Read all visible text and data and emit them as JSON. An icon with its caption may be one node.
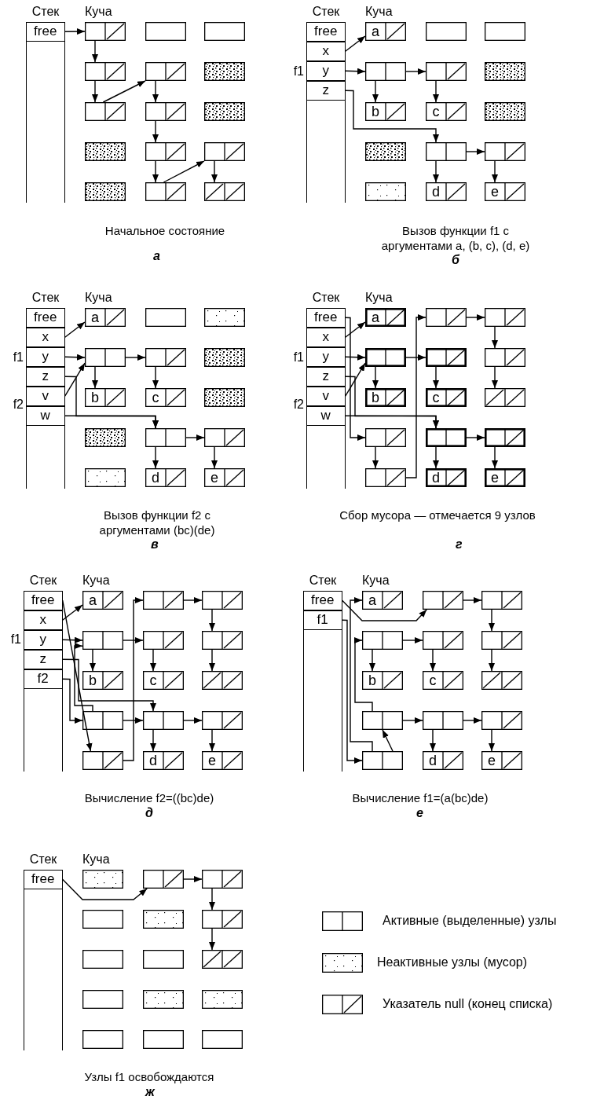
{
  "diagram": {
    "nodes": [
      {
        "text": [],
        "shape": "box"
      },
      {
        "text": [
          "free"
        ],
        "in": 0
      },
      {
        "text": [],
        "shape": "box"
      },
      {
        "text": [],
        "shape": "box"
      },
      {
        "text": [],
        "shape": "box"
      },
      {
        "text": [],
        "shape": "box"
      },
      {
        "text": [],
        "shape": "box"
      },
      {
        "text": [],
        "shape": "box"
      },
      {
        "text": [],
        "shape": "box"
      },
      {
        "text": [],
        "shape": "box"
      },
      {
        "text": [],
        "shape": "box"
      },
      {
        "text": [],
        "shape": "box"
      },
      {
        "text": [],
        "shape": "box"
      },
      {
        "text": [],
        "shape": "box"
      },
      {
        "text": [],
        "shape": "box"
      },
      {
        "text": [],
        "shape": "box"
      },
      {
        "text": [],
        "shape": "box"
      },
      {
        "text": [],
        "shape": "box"
      },
      {
        "text": [
          "free"
        ],
        "in": 17
      },
      {
        "text": [
          "x"
        ],
        "in": 17
      },
      {
        "text": [
          "y"
        ],
        "in": 17
      },
      {
        "text": [
          "z"
        ],
        "in": 17
      },
      {
        "text": [
          "a"
        ]
      },
      {
        "text": [],
        "shape": "box"
      },
      {
        "text": [],
        "shape": "box"
      },
      {
        "text": [],
        "shape": "box"
      },
      {
        "text": [],
        "shape": "box"
      },
      {
        "text": [],
        "shape": "box"
      },
      {
        "text": [
          "b"
        ]
      },
      {
        "text": [
          "c"
        ]
      },
      {
        "text": [],
        "shape": "box"
      },
      {
        "text": [],
        "shape": "box"
      },
      {
        "text": [],
        "shape": "box"
      },
      {
        "text": [],
        "shape": "box"
      },
      {
        "text": [],
        "shape": "box"
      },
      {
        "text": [
          "d"
        ]
      },
      {
        "text": [
          "e"
        ]
      },
      {
        "text": [],
        "shape": "box"
      },
      {
        "text": [
          "free"
        ],
        "in": 37
      },
      {
        "text": [
          "x"
        ],
        "in": 37
      },
      {
        "text": [
          "y"
        ],
        "in": 37
      },
      {
        "text": [
          "z"
        ],
        "in": 37
      },
      {
        "text": [
          "v"
        ],
        "in": 37
      },
      {
        "text": [
          "w"
        ],
        "in": 37
      },
      {
        "text": [
          "a"
        ]
      },
      {
        "text": [],
        "shape": "box"
      },
      {
        "text": [],
        "shape": "box"
      },
      {
        "text": [],
        "shape": "box"
      },
      {
        "text": [],
        "shape": "box"
      },
      {
        "text": [],
        "shape": "box"
      },
      {
        "text": [
          "b"
        ]
      },
      {
        "text": [
          "c"
        ]
      },
      {
        "text": [],
        "shape": "box"
      },
      {
        "text": [],
        "shape": "box"
      },
      {
        "text": [],
        "shape": "box"
      },
      {
        "text": [],
        "shape": "box"
      },
      {
        "text": [],
        "shape": "box"
      },
      {
        "text": [
          "d"
        ]
      },
      {
        "text": [
          "e"
        ]
      },
      {
        "text": [],
        "shape": "box"
      },
      {
        "text": [
          "free"
        ],
        "in": 59
      },
      {
        "text": [
          "x"
        ],
        "in": 59
      },
      {
        "text": [
          "y"
        ],
        "in": 59
      },
      {
        "text": [
          "z"
        ],
        "in": 59
      },
      {
        "text": [
          "v"
        ],
        "in": 59
      },
      {
        "text": [
          "w"
        ],
        "in": 59
      },
      {
        "text": [
          "a"
        ]
      },
      {
        "text": [],
        "shape": "box"
      },
      {
        "text": [],
        "shape": "box"
      },
      {
        "text": [],
        "shape": "box"
      },
      {
        "text": [],
        "shape": "box"
      },
      {
        "text": [],
        "shape": "box"
      },
      {
        "text": [
          "b"
        ]
      },
      {
        "text": [
          "c"
        ]
      },
      {
        "text": [],
        "shape": "box"
      },
      {
        "text": [],
        "shape": "box"
      },
      {
        "text": [],
        "shape": "box"
      },
      {
        "text": [],
        "shape": "box"
      },
      {
        "text": [],
        "shape": "box"
      },
      {
        "text": [
          "d"
        ]
      },
      {
        "text": [
          "e"
        ]
      },
      {
        "text": [],
        "shape": "box"
      },
      {
        "text": [
          "free"
        ],
        "in": 81
      },
      {
        "text": [
          "x"
        ],
        "in": 81
      },
      {
        "text": [
          "y"
        ],
        "in": 81
      },
      {
        "text": [
          "z"
        ],
        "in": 81
      },
      {
        "text": [
          "f2"
        ],
        "in": 81
      },
      {
        "text": [
          "a"
        ]
      },
      {
        "text": [],
        "shape": "box"
      },
      {
        "text": [],
        "shape": "box"
      },
      {
        "text": [],
        "shape": "box"
      },
      {
        "text": [],
        "shape": "box"
      },
      {
        "text": [],
        "shape": "box"
      },
      {
        "text": [
          "b"
        ]
      },
      {
        "text": [
          "c"
        ]
      },
      {
        "text": [],
        "shape": "box"
      },
      {
        "text": [],
        "shape": "box"
      },
      {
        "text": [],
        "shape": "box"
      },
      {
        "text": [],
        "shape": "box"
      },
      {
        "text": [],
        "shape": "box"
      },
      {
        "text": [
          "d"
        ]
      },
      {
        "text": [
          "e"
        ]
      },
      {
        "text": [],
        "shape": "box"
      },
      {
        "text": [
          "free"
        ],
        "in": 102
      },
      {
        "text": [
          "f1"
        ],
        "in": 102
      },
      {
        "text": [
          "a"
        ]
      },
      {
        "text": [],
        "shape": "box"
      },
      {
        "text": [],
        "shape": "box"
      },
      {
        "text": [],
        "shape": "box"
      },
      {
        "text": [],
        "shape": "box"
      },
      {
        "text": [],
        "shape": "box"
      },
      {
        "text": [
          "b"
        ]
      },
      {
        "text": [
          "c"
        ]
      },
      {
        "text": [],
        "shape": "box"
      },
      {
        "text": [],
        "shape": "box"
      },
      {
        "text": [],
        "shape": "box"
      },
      {
        "text": [],
        "shape": "box"
      },
      {
        "text": [],
        "shape": "box"
      },
      {
        "text": [
          "d"
        ]
      },
      {
        "text": [
          "e"
        ]
      },
      {
        "text": [],
        "shape": "box"
      },
      {
        "text": [
          "free"
        ],
        "in": 120
      },
      {
        "text": [],
        "shape": "box"
      },
      {
        "text": [],
        "shape": "box"
      },
      {
        "text": [],
        "shape": "box"
      },
      {
        "text": [],
        "shape": "box"
      },
      {
        "text": [],
        "shape": "box"
      },
      {
        "text": [],
        "shape": "box"
      },
      {
        "text": [],
        "shape": "box"
      },
      {
        "text": [],
        "shape": "box"
      },
      {
        "text": [],
        "shape": "box"
      },
      {
        "text": [],
        "shape": "box"
      },
      {
        "text": [],
        "shape": "box"
      },
      {
        "text": [],
        "shape": "box"
      },
      {
        "text": [],
        "shape": "box"
      },
      {
        "text": [],
        "shape": "box"
      },
      {
        "text": [],
        "shape": "box"
      }
    ],
    "edges": [
      {
        "from": 1,
        "to": 2,
        "arrow": "to"
      },
      {
        "from": 2,
        "to": 5,
        "arrow": "to"
      },
      {
        "from": 5,
        "to": 8,
        "arrow": "to"
      },
      {
        "from": 8,
        "to": 6,
        "arrow": "to"
      },
      {
        "from": 6,
        "to": 9,
        "arrow": "to"
      },
      {
        "from": 9,
        "to": 12,
        "arrow": "to"
      },
      {
        "from": 12,
        "to": 15,
        "arrow": "to"
      },
      {
        "from": 15,
        "to": 13,
        "arrow": "to"
      },
      {
        "from": 13,
        "to": 16,
        "arrow": "to"
      },
      {
        "from": 19,
        "to": 22,
        "arrow": "to"
      },
      {
        "from": 20,
        "to": 25,
        "arrow": "to"
      },
      {
        "from": 25,
        "to": 26,
        "arrow": "to"
      },
      {
        "from": 25,
        "to": 28,
        "arrow": "to"
      },
      {
        "from": 26,
        "to": 29,
        "arrow": "to"
      },
      {
        "from": 21,
        "to": 32,
        "arrow": "to"
      },
      {
        "from": 32,
        "to": 33,
        "arrow": "to"
      },
      {
        "from": 32,
        "to": 35,
        "arrow": "to"
      },
      {
        "from": 33,
        "to": 36,
        "arrow": "to"
      },
      {
        "from": 39,
        "to": 44,
        "arrow": "to"
      },
      {
        "from": 40,
        "to": 47,
        "arrow": "to"
      },
      {
        "from": 47,
        "to": 48,
        "arrow": "to"
      },
      {
        "from": 47,
        "to": 50,
        "arrow": "to"
      },
      {
        "from": 48,
        "to": 51,
        "arrow": "to"
      },
      {
        "from": 41,
        "to": 54,
        "arrow": "to"
      },
      {
        "from": 42,
        "to": 47,
        "arrow": "to"
      },
      {
        "from": 43,
        "to": 54,
        "arrow": "to"
      },
      {
        "from": 54,
        "to": 55,
        "arrow": "to"
      },
      {
        "from": 54,
        "to": 57,
        "arrow": "to"
      },
      {
        "from": 55,
        "to": 58,
        "arrow": "to"
      },
      {
        "from": 60,
        "to": 75,
        "arrow": "to"
      },
      {
        "from": 61,
        "to": 66,
        "arrow": "to"
      },
      {
        "from": 62,
        "to": 69,
        "arrow": "to"
      },
      {
        "from": 69,
        "to": 70,
        "arrow": "to"
      },
      {
        "from": 69,
        "to": 72,
        "arrow": "to"
      },
      {
        "from": 70,
        "to": 73,
        "arrow": "to"
      },
      {
        "from": 63,
        "to": 76,
        "arrow": "to"
      },
      {
        "from": 64,
        "to": 69,
        "arrow": "to"
      },
      {
        "from": 65,
        "to": 76,
        "arrow": "to"
      },
      {
        "from": 76,
        "to": 77,
        "arrow": "to"
      },
      {
        "from": 76,
        "to": 79,
        "arrow": "to"
      },
      {
        "from": 77,
        "to": 80,
        "arrow": "to"
      },
      {
        "from": 75,
        "to": 78,
        "arrow": "to"
      },
      {
        "from": 78,
        "to": 67,
        "arrow": "to"
      },
      {
        "from": 67,
        "to": 68,
        "arrow": "to"
      },
      {
        "from": 68,
        "to": 71,
        "arrow": "to"
      },
      {
        "from": 71,
        "to": 74,
        "arrow": "to"
      },
      {
        "from": 82,
        "to": 99,
        "arrow": "to"
      },
      {
        "from": 83,
        "to": 87,
        "arrow": "to"
      },
      {
        "from": 84,
        "to": 90,
        "arrow": "to"
      },
      {
        "from": 85,
        "to": 97,
        "arrow": "to"
      },
      {
        "from": 86,
        "to": 96,
        "arrow": "to"
      },
      {
        "from": 96,
        "to": 90,
        "arrow": "to"
      },
      {
        "from": 90,
        "to": 91,
        "arrow": "to"
      },
      {
        "from": 90,
        "to": 93,
        "arrow": "to"
      },
      {
        "from": 91,
        "to": 94,
        "arrow": "to"
      },
      {
        "from": 96,
        "to": 97,
        "arrow": "to"
      },
      {
        "from": 97,
        "to": 98,
        "arrow": "to"
      },
      {
        "from": 97,
        "to": 100,
        "arrow": "to"
      },
      {
        "from": 98,
        "to": 101,
        "arrow": "to"
      },
      {
        "from": 99,
        "to": 88,
        "arrow": "to"
      },
      {
        "from": 88,
        "to": 89,
        "arrow": "to"
      },
      {
        "from": 89,
        "to": 92,
        "arrow": "to"
      },
      {
        "from": 92,
        "to": 95,
        "arrow": "to"
      },
      {
        "from": 103,
        "to": 106,
        "arrow": "to"
      },
      {
        "from": 104,
        "to": 117,
        "arrow": "to"
      },
      {
        "from": 117,
        "to": 105,
        "arrow": "to"
      },
      {
        "from": 117,
        "to": 114,
        "arrow": "to"
      },
      {
        "from": 114,
        "to": 108,
        "arrow": "to"
      },
      {
        "from": 108,
        "to": 109,
        "arrow": "to"
      },
      {
        "from": 108,
        "to": 111,
        "arrow": "to"
      },
      {
        "from": 109,
        "to": 112,
        "arrow": "to"
      },
      {
        "from": 114,
        "to": 115,
        "arrow": "to"
      },
      {
        "from": 115,
        "to": 116,
        "arrow": "to"
      },
      {
        "from": 115,
        "to": 118,
        "arrow": "to"
      },
      {
        "from": 116,
        "to": 119,
        "arrow": "to"
      },
      {
        "from": 106,
        "to": 107,
        "arrow": "to"
      },
      {
        "from": 107,
        "to": 110,
        "arrow": "to"
      },
      {
        "from": 110,
        "to": 113,
        "arrow": "to"
      },
      {
        "from": 121,
        "to": 123,
        "arrow": "to"
      },
      {
        "from": 123,
        "to": 124,
        "arrow": "to"
      },
      {
        "from": 124,
        "to": 127,
        "arrow": "to"
      },
      {
        "from": 127,
        "to": 130,
        "arrow": "to"
      }
    ],
    "labels": [
      "Стек",
      "Куча",
      "Начальное состояние",
      "а",
      "Стек",
      "Куча",
      "f1",
      "Вызов функции f1 с аргументами a, (b, c), (d, e)",
      "б",
      "Стек",
      "Куча",
      "f1",
      "f2",
      "Вызов функции f2 с аргументами (bc)(de)",
      "в",
      "Стек",
      "Куча",
      "f1",
      "f2",
      "Сбор мусора — отмечается 9 узлов",
      "г",
      "Стек",
      "Куча",
      "f1",
      "Вычисление f2=((bc)de)",
      "д",
      "Стек",
      "Куча",
      "Вычисление f1=(a(bc)de)",
      "е",
      "Стек",
      "Куча",
      "Узлы f1 освобождаются",
      "ж"
    ],
    "legend": [
      {
        "text": "Активные (выделенные) узлы"
      },
      {
        "text": "Неактивные узлы (мусор)"
      },
      {
        "text": "Указатель null (конец списка)"
      }
    ]
  }
}
